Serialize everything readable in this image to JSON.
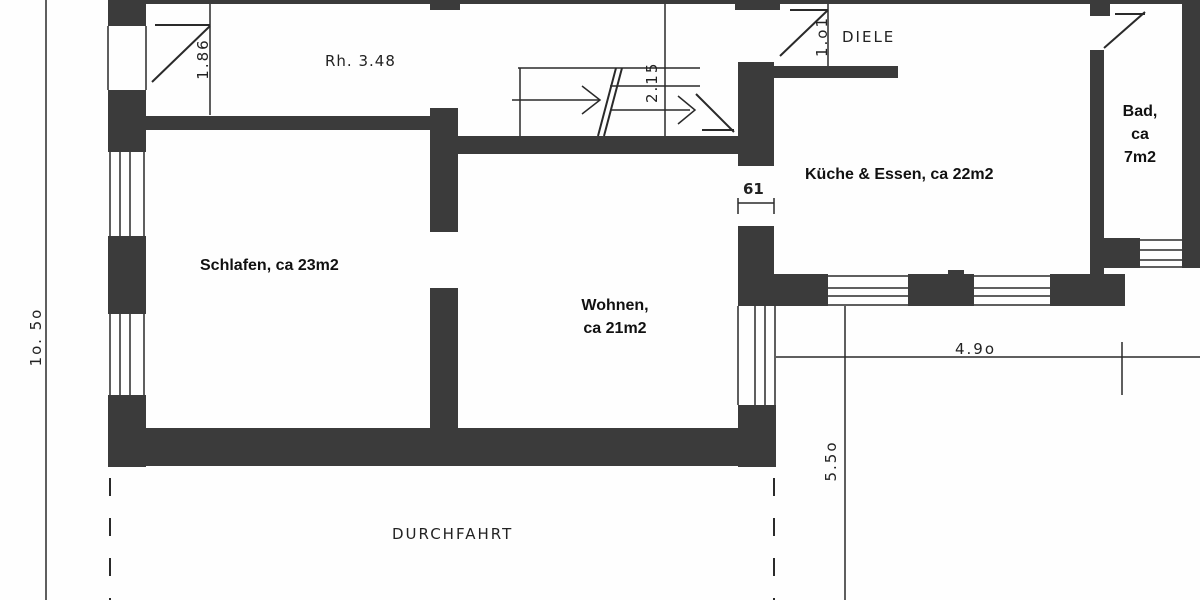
{
  "plan": {
    "colors": {
      "wall": "#3b3b3b",
      "line": "#2a2a2a",
      "background": "#fefefe"
    },
    "rooms": {
      "schlafen": {
        "label": "Schlafen, ca 23m2"
      },
      "wohnen": {
        "line1": "Wohnen,",
        "line2": "ca 21m2"
      },
      "kueche": {
        "label": "Küche & Essen, ca 22m2"
      },
      "bad": {
        "line1": "Bad,",
        "line2": "ca",
        "line3": "7m2"
      },
      "diele": {
        "label": "DIELE"
      },
      "durchfahrt": {
        "label": "DURCHFAHRT"
      },
      "raum": {
        "label": "Rh. 3.48"
      }
    },
    "dimensions": {
      "total_height": "1o. 5o",
      "hall_width": "1.86",
      "stair_width": "2.15",
      "diele_width": "1.o1",
      "opening": "61",
      "width_right": "4.9o",
      "depth_right": "5.5o"
    }
  }
}
